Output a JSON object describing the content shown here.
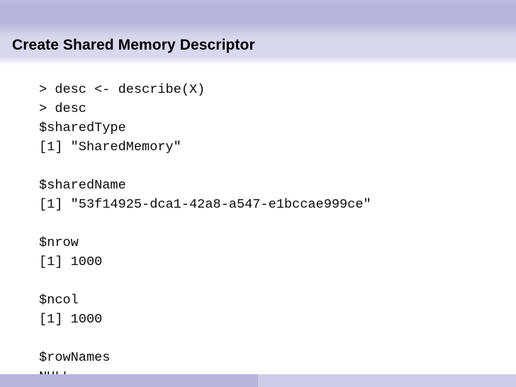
{
  "slide": {
    "title": "Create Shared Memory Descriptor",
    "console_lines": [
      "> desc <- describe(X)",
      "> desc",
      "$sharedType",
      "[1] \"SharedMemory\"",
      "",
      "$sharedName",
      "[1] \"53f14925-dca1-42a8-a547-e1bccae999ce\"",
      "",
      "$nrow",
      "[1] 1000",
      "",
      "$ncol",
      "[1] 1000",
      "",
      "$rowNames",
      "NULL"
    ],
    "colors": {
      "header_band": "#b4b4dd",
      "frametitle_band": "#d7d7ee",
      "footer_left": "#b4b4dc",
      "footer_right": "#cdcde8",
      "background": "#ffffff",
      "text": "#000000"
    }
  }
}
